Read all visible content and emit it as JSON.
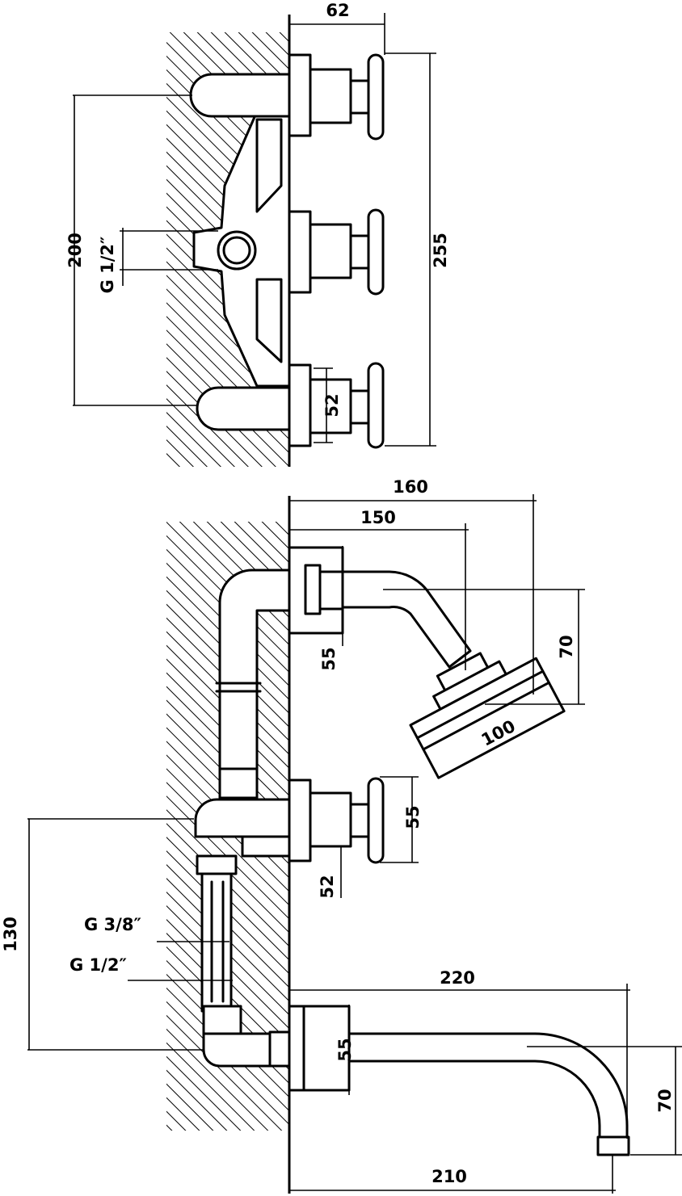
{
  "top_view": {
    "dimensions": {
      "valve_depth": "62",
      "total_height": "255",
      "inlet_spacing": "200",
      "rosette_size": "52"
    },
    "thread_label": "G 1/2″"
  },
  "bottom_view": {
    "dimensions": {
      "arm_reach": "160",
      "arm_to_head": "150",
      "head_drop": "70",
      "head_diameter": "100",
      "rosette_upper": "55",
      "handle_size": "55",
      "rosette_mid": "52",
      "inlet_to_spout": "130",
      "spout_length_top": "220",
      "spout_rosette": "55",
      "spout_drop": "70",
      "spout_length_bottom": "210"
    },
    "thread_labels": [
      "G 3/8″",
      "G 1/2″"
    ]
  }
}
